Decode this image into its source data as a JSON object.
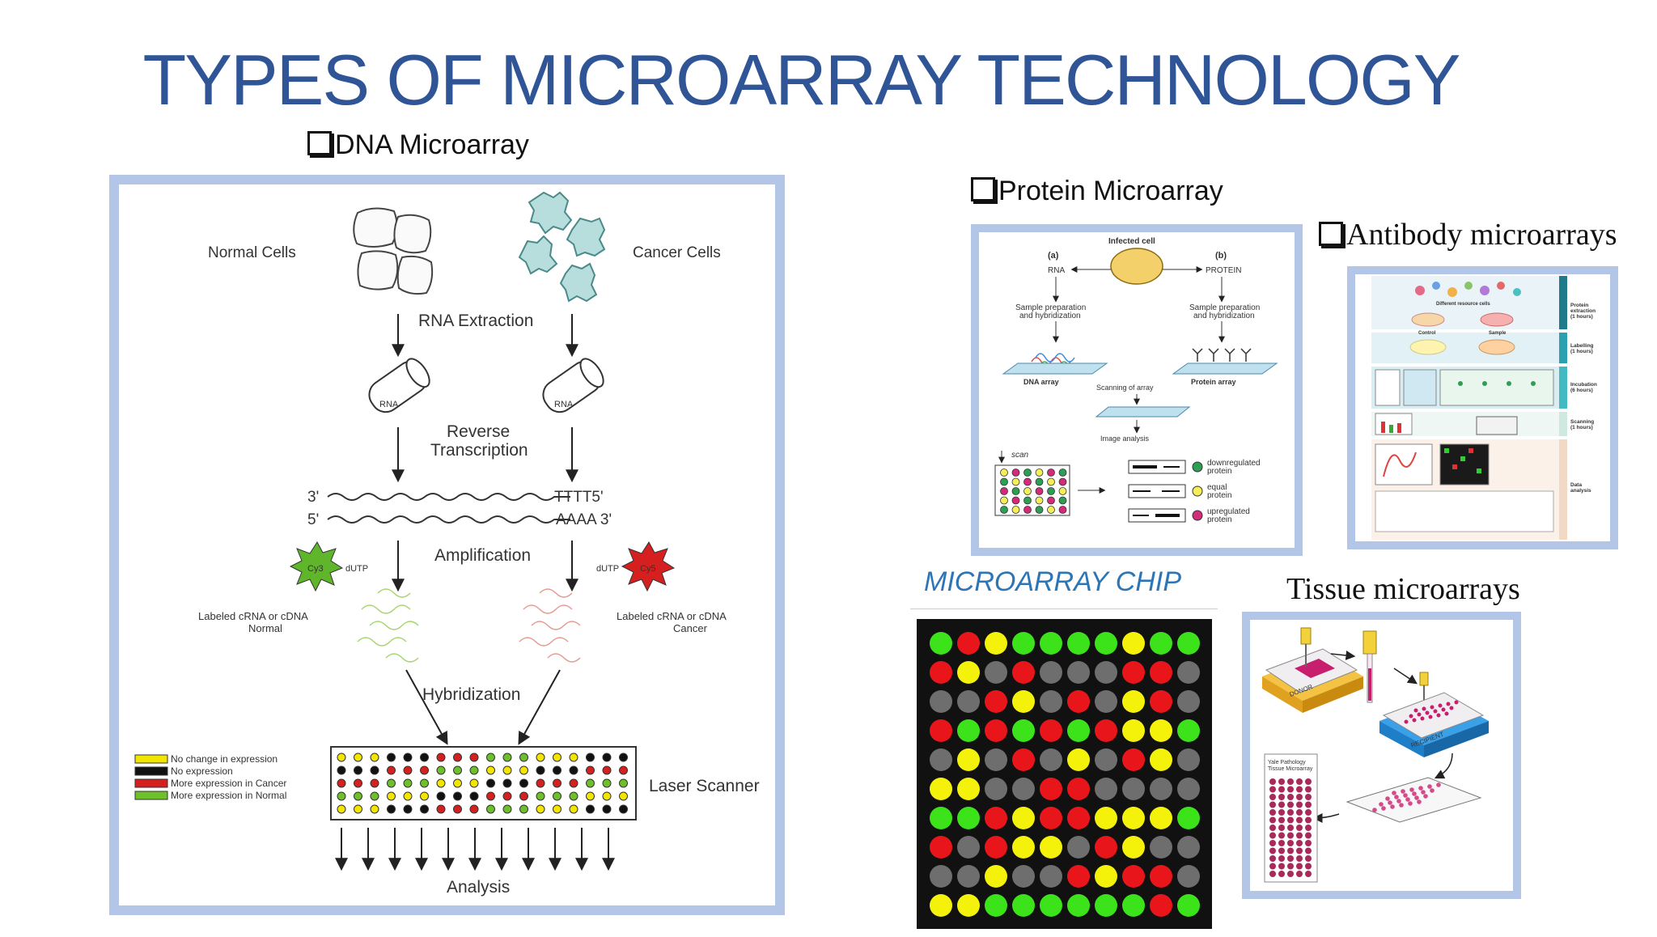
{
  "slide": {
    "title": "TYPES OF MICROARRAY TECHNOLOGY"
  },
  "sections": {
    "dna": {
      "heading": "DNA Microarray"
    },
    "protein": {
      "heading": "Protein Microarray"
    },
    "antibody": {
      "heading": "Antibody microarrays"
    },
    "chip": {
      "caption": "MICROARRAY CHIP"
    },
    "tissue": {
      "heading": "Tissue microarrays"
    }
  },
  "dna_figure": {
    "normal_cells": "Normal Cells",
    "cancer_cells": "Cancer Cells",
    "rna_extraction": "RNA Extraction",
    "tube_label": "RNA",
    "reverse_transcription_1": "Reverse",
    "reverse_transcription_2": "Transcription",
    "prime3": "3'",
    "prime5": "5'",
    "tttt": "TTTT5'",
    "aaaa": "AAAA 3'",
    "amplification": "Amplification",
    "cy3": "Cy3",
    "cy5": "Cy5",
    "dutp": "dUTP",
    "labeled_normal_1": "Labeled cRNA or cDNA",
    "labeled_normal_2": "Normal",
    "labeled_cancer_1": "Labeled cRNA or cDNA",
    "labeled_cancer_2": "Cancer",
    "hybridization": "Hybridization",
    "laser_scanner": "Laser Scanner",
    "analysis": "Analysis",
    "legend": [
      {
        "label": "No change in expression",
        "color": "#f2e600"
      },
      {
        "label": "No expression",
        "color": "#111111"
      },
      {
        "label": "More expression in Cancer",
        "color": "#d62020"
      },
      {
        "label": "More expression in Normal",
        "color": "#6ec02a"
      }
    ]
  },
  "protein_figure": {
    "infected_cell": "Infected cell",
    "a": "(a)",
    "b": "(b)",
    "rna": "RNA",
    "protein": "PROTEIN",
    "sample_prep_1": "Sample preparation",
    "sample_prep_2": "and hybridization",
    "dna_array": "DNA array",
    "protein_array": "Protein array",
    "scanning": "Scanning of array",
    "image_analysis": "Image analysis",
    "scan": "scan",
    "down_1": "downregulated",
    "down_2": "protein",
    "equal_1": "equal",
    "equal_2": "protein",
    "up_1": "upregulated",
    "up_2": "protein"
  },
  "antibody_figure": {
    "different_cells": "Different resource cells",
    "control": "Control",
    "sample": "Sample",
    "steps": [
      {
        "label1": "Protein",
        "label2": "extraction",
        "label3": "(1 hours)"
      },
      {
        "label1": "Labelling",
        "label2": "(1 hours)",
        "label3": ""
      },
      {
        "label1": "Incubation",
        "label2": "(6 hours)",
        "label3": ""
      },
      {
        "label1": "Scanning",
        "label2": "(1 hours)",
        "label3": ""
      },
      {
        "label1": "Data",
        "label2": "analysis",
        "label3": ""
      }
    ]
  },
  "chip_figure": {
    "colors": {
      "gray": "#6e6e6e",
      "red": "#e8161b",
      "yellow": "#f4f20a",
      "green": "#3ce21a"
    },
    "grid": [
      "gryggggygg",
      "rygrgggrrg",
      "ggrygrgyrg",
      "rgrgrgryyg",
      "gygrgygryg",
      "yyggrrgggg",
      "ggryrryyyg",
      "rgryygrygg",
      "ggyggryrrg",
      "yyggggggrg"
    ]
  },
  "tissue_figure": {
    "donor": "DONOR",
    "recipient": "RECIPIENT",
    "yale_1": "Yale Pathology",
    "yale_2": "Tissue Microarray"
  }
}
